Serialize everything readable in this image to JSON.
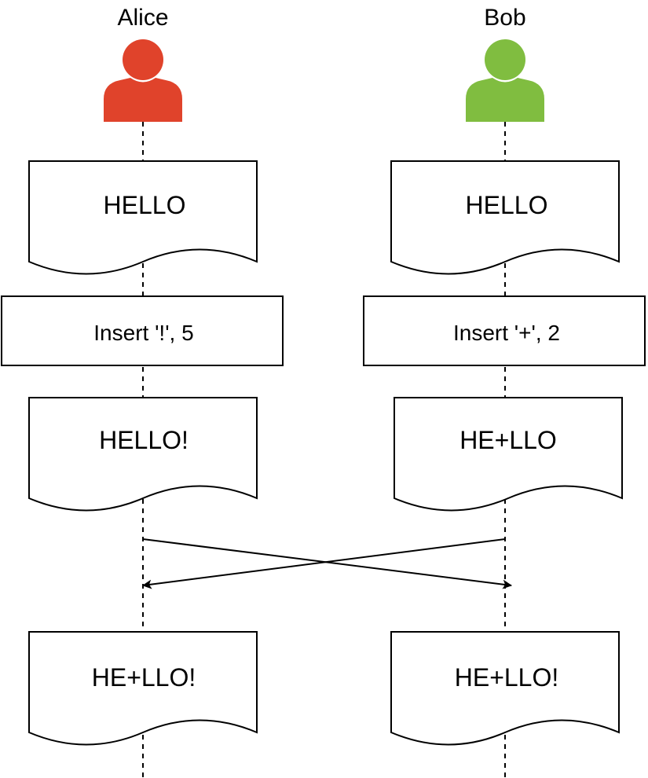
{
  "actors": [
    {
      "name": "Alice",
      "color": "#e0432b"
    },
    {
      "name": "Bob",
      "color": "#80bd40"
    }
  ],
  "alice": {
    "initial_doc": "HELLO",
    "operation": "Insert '!', 5",
    "local_doc": "HELLO!",
    "final_doc": "HE+LLO!"
  },
  "bob": {
    "initial_doc": "HELLO",
    "operation": "Insert '+', 2",
    "local_doc": "HE+LLO",
    "final_doc": "HE+LLO!"
  },
  "messages": [
    {
      "from": "Alice",
      "to": "Bob"
    },
    {
      "from": "Bob",
      "to": "Alice"
    }
  ]
}
